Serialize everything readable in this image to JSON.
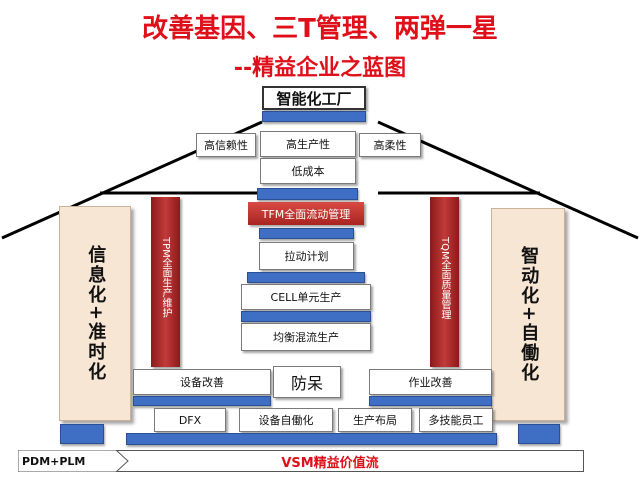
{
  "title": {
    "line1": "改善基因、三T管理、两弹一星",
    "line2": "--精益企业之蓝图"
  },
  "roof": {
    "peak_label": "智能化工厂",
    "goals": [
      "高信赖性",
      "高生产性",
      "高柔性"
    ],
    "cost_label": "低成本"
  },
  "pillars": {
    "left": "信息化+准时化",
    "right": "智动化+自働化"
  },
  "columns": {
    "tpm": "TPM全面生产维护",
    "tqm": "TQM全面质量管理"
  },
  "core": {
    "tfm": "TFM全面流动管理",
    "pull": "拉动计划",
    "cell": "CELL单元生产",
    "mixed": "均衡混流生产",
    "poka_yoke": "防呆"
  },
  "improvements": {
    "equipment": "设备改善",
    "operation": "作业改善"
  },
  "foundation": [
    "DFX",
    "设备自働化",
    "生产布局",
    "多技能员工"
  ],
  "footer": {
    "pdm_label": "PDM+PLM",
    "vsm_label": "VSM精益价值流"
  },
  "colors": {
    "title": "#e0101a",
    "blue_bar": "#3f6fc4",
    "red_column": "#a82a2a",
    "tfm_bar": "#c0302c",
    "pillar_fill": "#f8e6d4",
    "footer_text": "#e0101a"
  }
}
